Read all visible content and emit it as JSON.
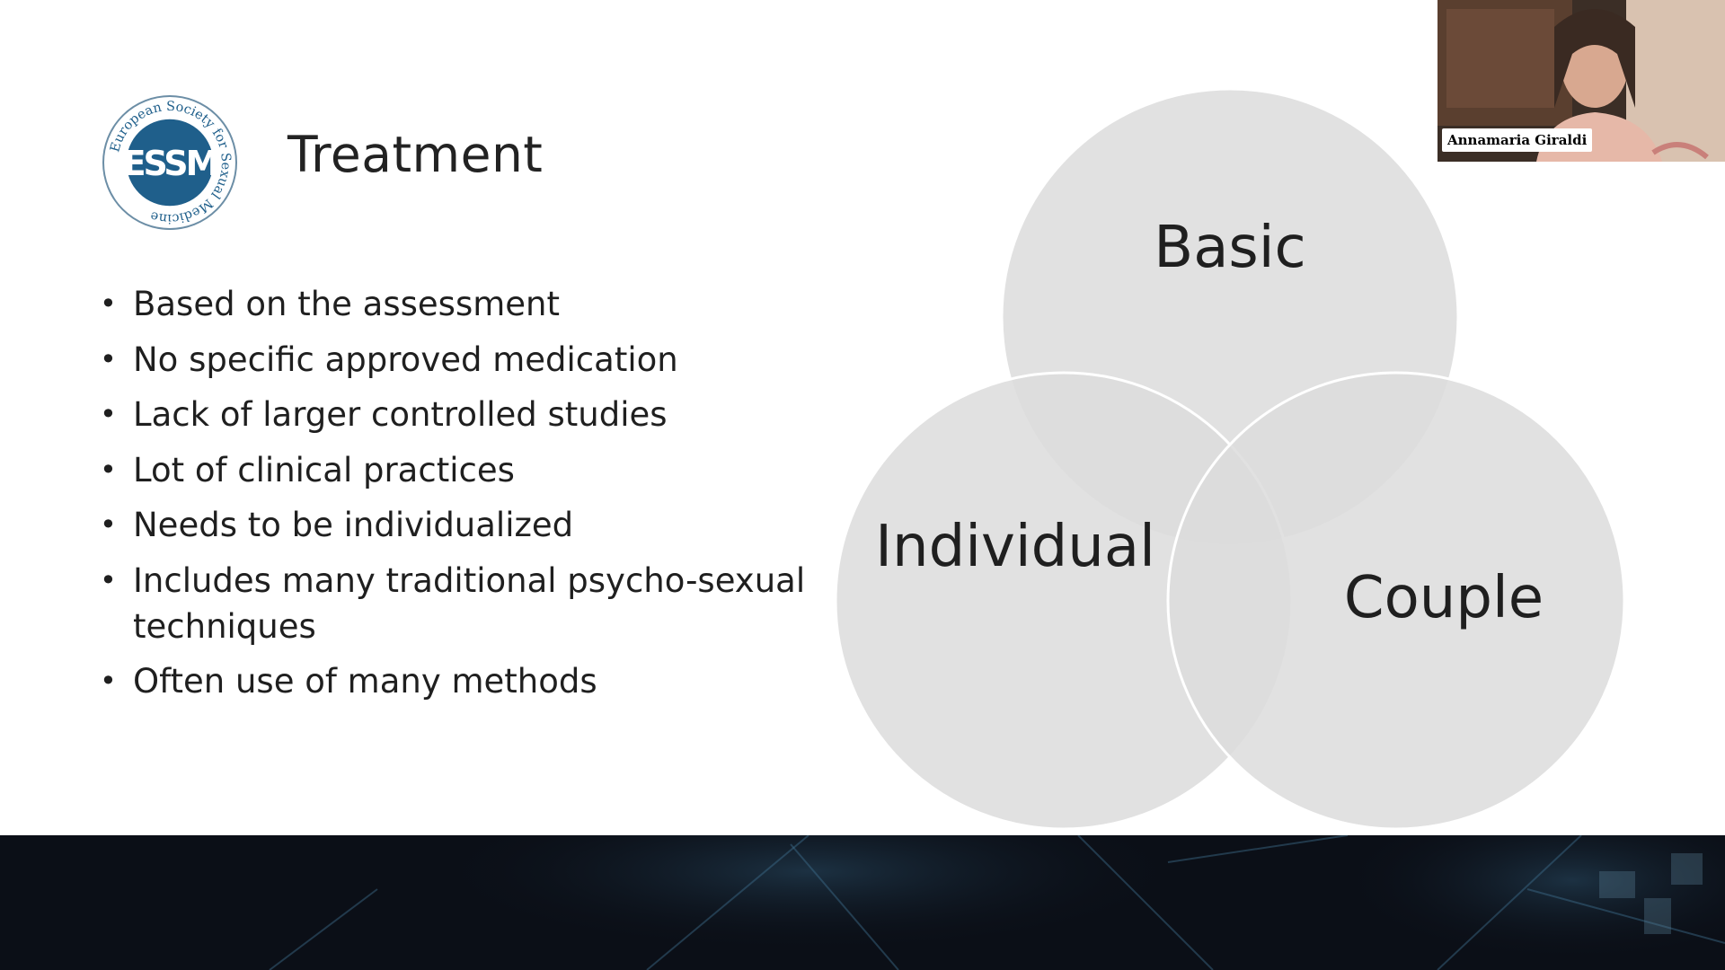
{
  "slide": {
    "title": "Treatment",
    "logo": {
      "ring_text": "European Society for Sexual Medicine",
      "monogram": "ESSM",
      "icon": "essm-logo-icon",
      "color": "#1f5f8b"
    },
    "bullets": [
      "Based on the assessment",
      "No specific approved medication",
      "Lack of larger controlled studies",
      "Lot of clinical practices",
      "Needs to be individualized",
      "Includes many traditional psycho-sexual techniques",
      "Often use of many methods"
    ],
    "bullet_glyph": "•",
    "venn": {
      "circles": [
        "Basic",
        "Individual",
        "Couple"
      ],
      "fill_color": "#e0e0e0"
    },
    "footer_color": "#0b0f17"
  },
  "webcam": {
    "participant_name": "Annamaria Giraldi"
  }
}
